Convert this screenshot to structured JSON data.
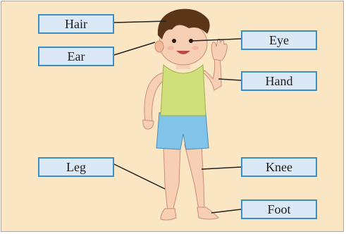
{
  "labels": {
    "hair": "Hair",
    "ear": "Ear",
    "eye": "Eye",
    "hand": "Hand",
    "leg": "Leg",
    "knee": "Knee",
    "foot": "Foot"
  },
  "colors": {
    "background": "#fbe6c4",
    "label_fill": "#dbe9f6",
    "label_border": "#3a8fc8",
    "connector": "#222222",
    "skin": "#f7cfb4",
    "hair": "#5b3518",
    "vest": "#cfe07a",
    "shorts": "#82c3ea"
  }
}
